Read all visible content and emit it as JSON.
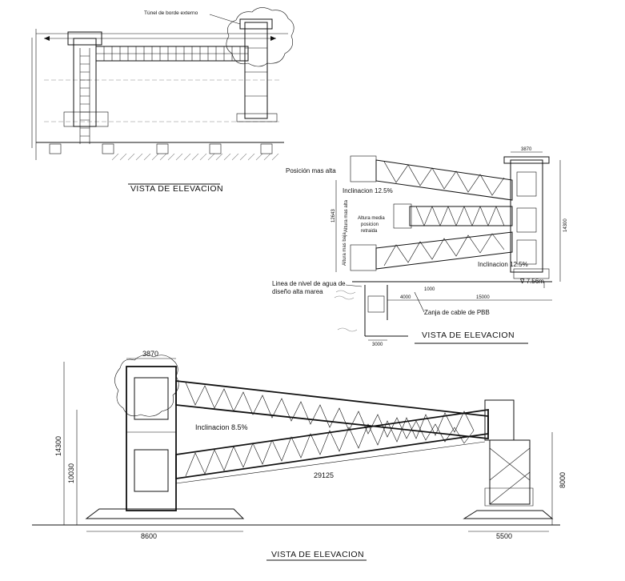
{
  "top_view": {
    "title": "VISTA DE ELEVACION",
    "callout": "Túnel de borde externo"
  },
  "middle_view": {
    "title": "VISTA DE ELEVACION",
    "posicion_mas_alta": "Posición mas alta",
    "inclinacion_top": "Inclinacion 12.5%",
    "inclinacion_bottom": "Inclinacion 12.5%",
    "altura_media_1": "Altura media",
    "altura_media_2": "posicion",
    "altura_media_3": "retraida",
    "altura_mas_alta": "Altura mas alta",
    "altura_mas_baja": "Altura mas baja",
    "dim_12643": "12643",
    "dim_3870": "3870",
    "dim_14300": "14300",
    "dim_15000": "15000",
    "dim_4000": "4000",
    "dim_1000": "1000",
    "dim_3000": "3000",
    "dim_7_56": "∇ 7.56m",
    "water_line_1": "Linea de nivel de agua de",
    "water_line_2": "diseño alta marea",
    "zanja": "Zanja de cable de PBB"
  },
  "bottom_view": {
    "title": "VISTA DE ELEVACION",
    "inclinacion": "Inclinacion 8.5%",
    "dim_3870": "3870",
    "dim_14300": "14300",
    "dim_10030": "10030",
    "dim_29125": "29125",
    "dim_8000": "8000",
    "dim_8600": "8600",
    "dim_5500": "5500"
  }
}
